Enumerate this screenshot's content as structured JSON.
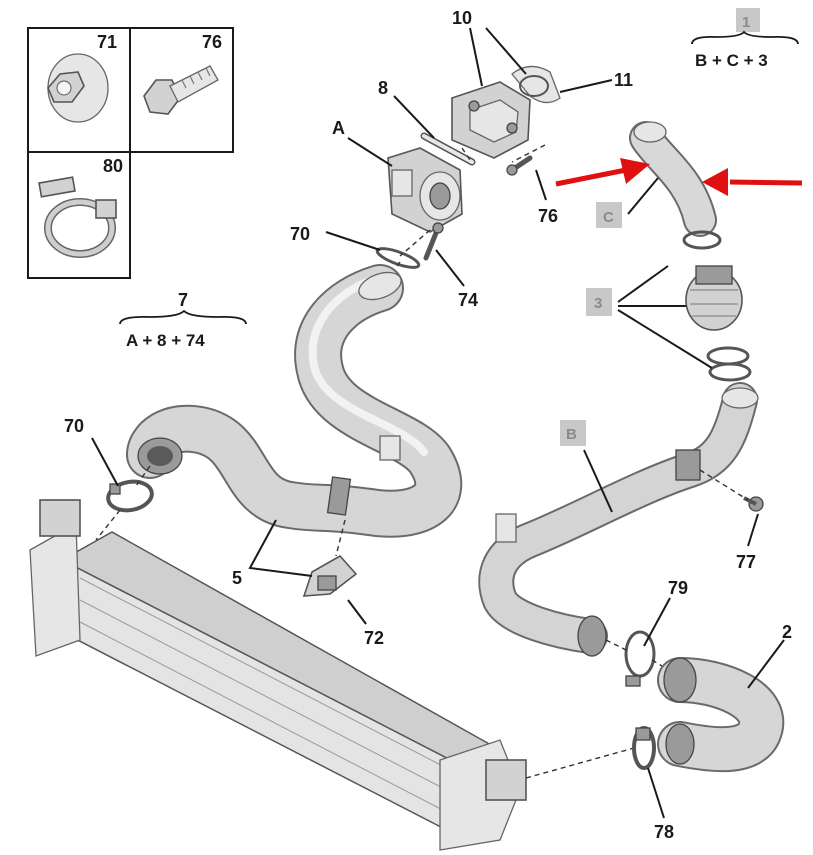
{
  "colors": {
    "arrow": "#e01010",
    "label_box": "#c8c8c8",
    "parts": "#d2d2d2"
  },
  "inset": {
    "cells": [
      "71",
      "76",
      "80"
    ]
  },
  "formulas": {
    "kit1": {
      "number": "1",
      "expr": "B + C + 3"
    },
    "kit7": {
      "number": "7",
      "expr": "A + 8 + 74"
    }
  },
  "callouts": {
    "n10": "10",
    "n11": "11",
    "n8": "8",
    "nA": "A",
    "n76": "76",
    "nC": "C",
    "n70a": "70",
    "n74": "74",
    "n3": "3",
    "n70b": "70",
    "nB": "B",
    "n77": "77",
    "n5": "5",
    "n72": "72",
    "n79": "79",
    "n2": "2",
    "n78": "78"
  }
}
